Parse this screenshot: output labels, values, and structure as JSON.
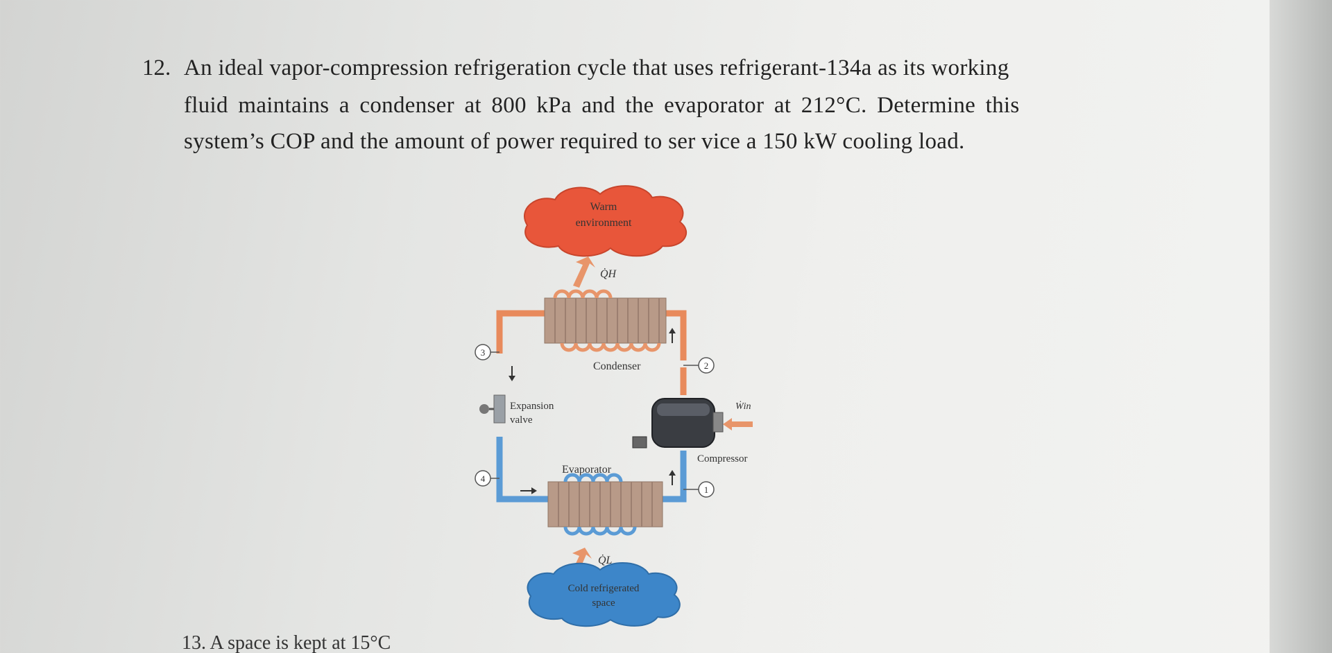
{
  "problem": {
    "number": "12.",
    "lines": [
      "An ideal vapor-compression refrigeration cycle that uses refrigerant-134a as its working",
      "fluid maintains a condenser at 800 kPa and the evaporator at 212°C. Determine this",
      "system’s COP and the amount of power required to ser   vice a 150 kW cooling load."
    ]
  },
  "next_problem": {
    "text": "13. A space is kept at 15°C"
  },
  "diagram": {
    "warm_env": [
      "Warm",
      "environment"
    ],
    "q_h": "Q̇H",
    "condenser": "Condenser",
    "expansion_valve": [
      "Expansion",
      "valve"
    ],
    "evaporator": "Evaporator",
    "compressor": "Compressor",
    "w_in": "Ẇin",
    "q_l": "Q̇L",
    "cold_space": [
      "Cold refrigerated",
      "space"
    ],
    "states": [
      "1",
      "2",
      "3",
      "4"
    ],
    "colors": {
      "hot_pipe": "#e88a5c",
      "cold_pipe": "#5b9bd5",
      "warm_cloud": "#e8563a",
      "cold_cloud": "#3d86c9"
    }
  }
}
